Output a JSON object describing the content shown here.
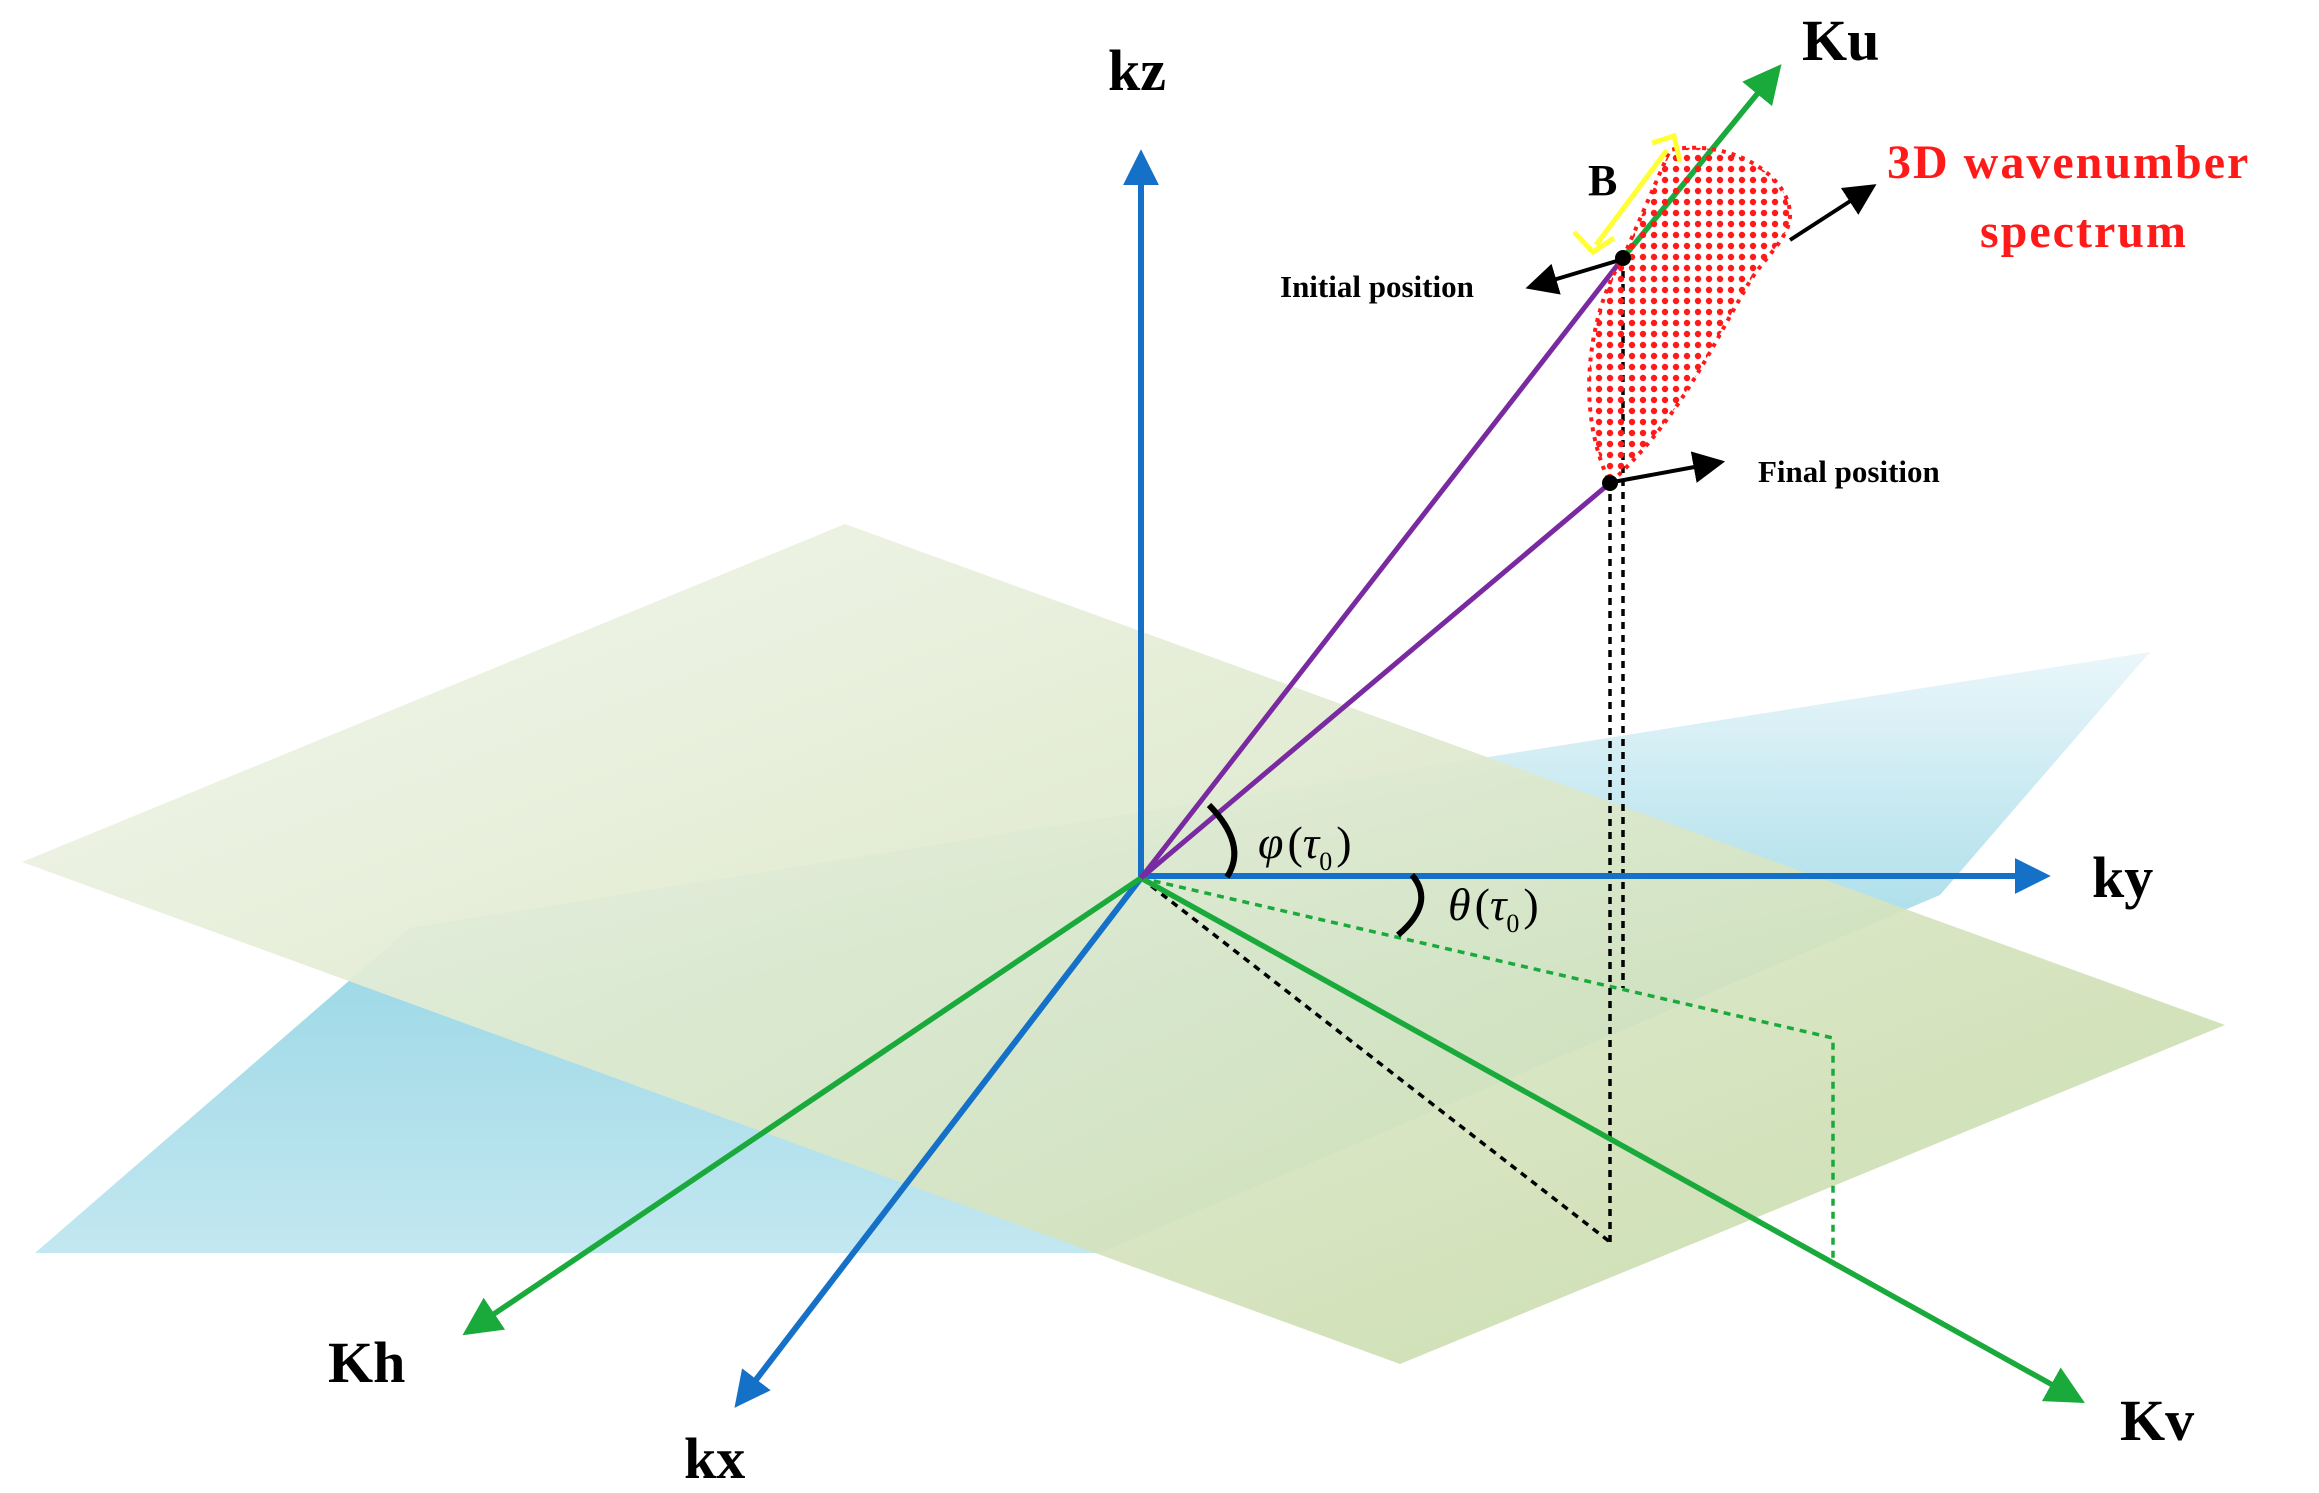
{
  "labels": {
    "kz": "kz",
    "ky": "ky",
    "kx": "kx",
    "ku": "Ku",
    "kh": "Kh",
    "kv": "Kv",
    "b": "B",
    "initial_position": "Initial position",
    "final_position": "Final position",
    "spectrum_line1": "3D wavenumber",
    "spectrum_line2": "spectrum",
    "phi_symbol": "φ",
    "theta_symbol": "θ",
    "tau": "τ",
    "tau_subscript": "0",
    "open_paren": "(",
    "close_paren": ")"
  },
  "colors": {
    "blue_axis": "#1570c8",
    "green_axis": "#1aaa3c",
    "purple_line": "#7a2aa0",
    "spectrum_red": "#ff1a1a",
    "bandwidth_yellow": "#ffff33",
    "plane_green": "#c9dcae",
    "plane_blue": "#9fd8e6"
  }
}
